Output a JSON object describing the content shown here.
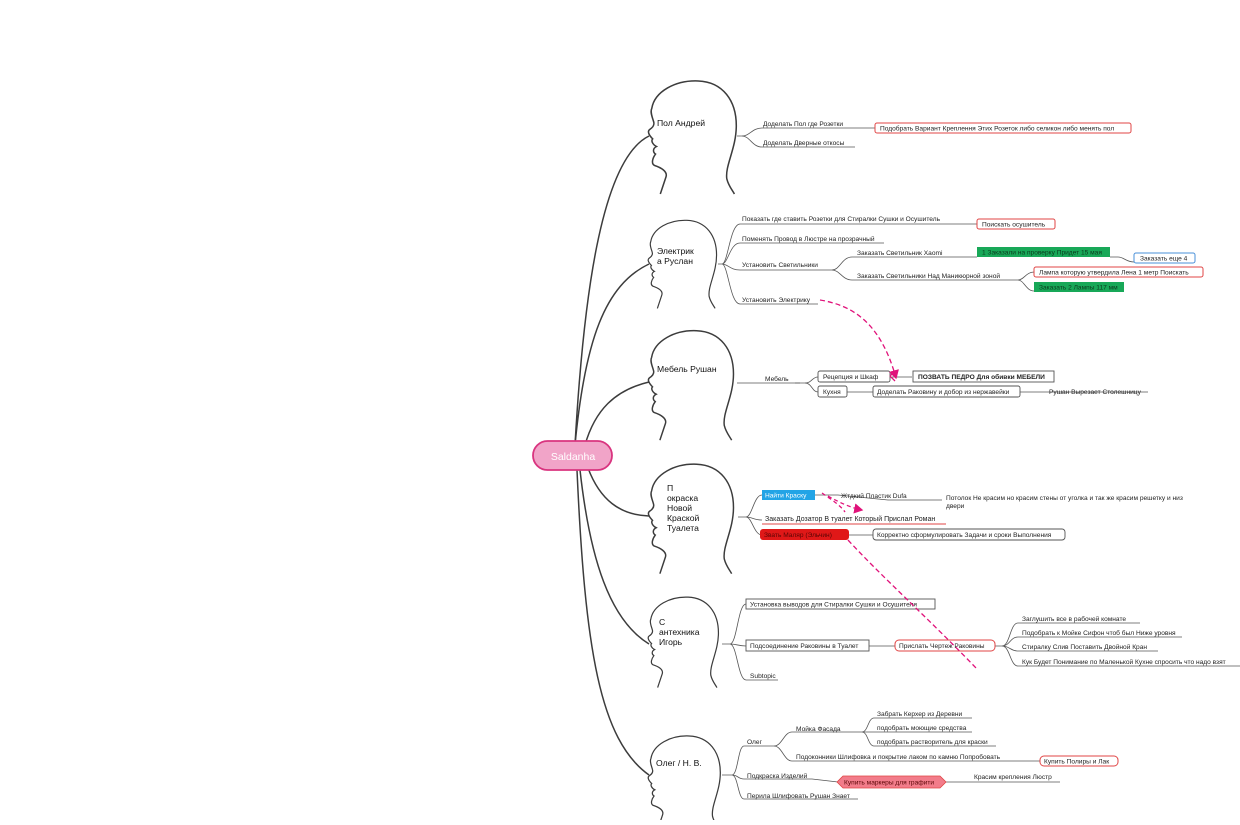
{
  "colors": {
    "root_fill": "#f1a4c8",
    "root_stroke": "#d9347f",
    "red_border": "#e04545",
    "green_fill": "#18a858",
    "blue_fill": "#22a4e6",
    "blue_border": "#4a90d9",
    "red_fill": "#e01818",
    "pink_fill": "#f27c8a",
    "relation": "#e0127a"
  },
  "root": {
    "label": "Saldanha"
  },
  "heads": {
    "pol": {
      "lines": [
        "Пол Андрей"
      ]
    },
    "elec": {
      "lines": [
        "Электрик",
        "а Руслан"
      ]
    },
    "mebel": {
      "lines": [
        "Мебель Рушан"
      ]
    },
    "paint": {
      "lines": [
        "П",
        "окраска",
        "Новой",
        "Краской",
        "Туалета"
      ]
    },
    "santeh": {
      "lines": [
        "С",
        "антехника",
        "Игорь"
      ]
    },
    "oleg": {
      "lines": [
        "Олег / Н. В."
      ]
    }
  },
  "topics": {
    "pol_1": "Доделать Пол где Розетки",
    "pol_1a": "Подобрать Вариант Креплення Этих Розеток либо селикон либо менять пол",
    "pol_2": "Доделать Дверные откосы",
    "el_1": "Показать где ставить Розетки для Стиралки Сушки и Осушитель",
    "el_1a": "Поискать осушитель",
    "el_2": "Поменять Провод в Люстре на прозрачный",
    "el_3": "Установить Светильники",
    "el_3a": "Заказать Светильник Xaomi",
    "el_3a1": "1 Заказали на проверку Придет 15 мая",
    "el_3a1a": "Заказать еще 4",
    "el_3b": "Заказать Светильники Над Маникюрной зоной",
    "el_3b1": "Лампа которую утвердила Лена 1 метр Поискать",
    "el_3b2": "Заказать 2 Лампы 117 мм",
    "el_4": "Установить Электрику",
    "mb_1": "Мебель",
    "mb_1a": "Рецепция и Шкаф",
    "mb_1a1": "ПОЗВАТЬ ПЕДРО Для обивки МЕБЕЛИ",
    "mb_1b": "Кухня",
    "mb_1b1": "Доделать Раковину и добор из нержавейки",
    "mb_1b1a": "Рушан Вырезает Столешницу",
    "pt_1": "Найти Краску",
    "pt_1a": "Жтдкий Пластик  Dufa",
    "pt_1a1": "Потолок Не красим но красим стены от уголка и так же красим решетку  и низ",
    "pt_1a1b": "двери",
    "pt_2": "Заказать Дозатор В туалет Который Прислал Роман",
    "pt_3": "Звать Маляр  (Эльчин)",
    "pt_3a": "Корректно сформулировать Задачи и сроки Выполнения",
    "st_1": "Установка выводов для Стиралки  Сушки  и Осушителя",
    "st_2": "Подсоединение Раковины в Туалет",
    "st_2a": "Прислать Чертеж Раковины",
    "st_2a1": "Заглушить все в рабочей комнате",
    "st_2a2": "Подобрать к Мойке Сифон чтоб был Ниже уровня",
    "st_2a3": "Стиралку Слив Поставить Двойной Кран",
    "st_2a4": "Кук Будет Понимание по Маленькой Кухне спросить что надо взят",
    "st_3": "Subtopic",
    "ol_1": "Олег",
    "ol_1a": "Мойка Фасада",
    "ol_1a1": "Забрать Керхер из Деревни",
    "ol_1a2": "подобрать моющие средства",
    "ol_1a3": "подобрать растворитель для краски",
    "ol_1b": "Подоконники Шлифовка и покрытие лаком по камню Попробовать",
    "ol_1b1": "Купить Полиры и Лак",
    "ol_2": "Подкраска Изделий",
    "ol_2a": "Купить маркеры для графити",
    "ol_2b": "Красим крепления Люстр",
    "ol_3": "Перила Шлифовать Рушан Знает"
  }
}
